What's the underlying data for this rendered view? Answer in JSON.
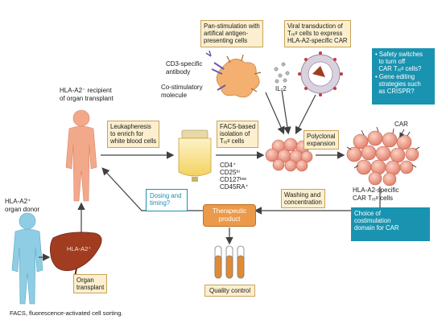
{
  "labels": {
    "recipient": "HLA-A2⁻ recipient\nof organ transplant",
    "donor": "HLA-A2⁺\norgan donor",
    "liver": "HLA-A2⁺",
    "antibody": "CD3-specific\nantibody",
    "costim": "Co-stimulatory\nmolecule",
    "il2": "IL-2",
    "markers": "CD4⁺\nCD25ʰⁱ\nCD127ˡᵒʷ\nCD45RA⁺",
    "car": "CAR",
    "car_cells": "HLA-A2-specific\nCAR Tᵣₑᵍ cells"
  },
  "boxes": {
    "pan_stim": "Pan-stimulation with\nartifical antigen-\npresenting cells",
    "viral": "Viral transduction of\nTᵣₑᵍ cells to express\nHLA-A2-specific CAR",
    "leukapheresis": "Leukapheresis\nto enrich for\nwhite blood cells",
    "facs": "FACS-based\nisolation of\nTᵣₑᵍ cells",
    "polyclonal": "Polyclonal\nexpansion",
    "washing": "Washing and\nconcentration",
    "organ_transplant": "Organ\ntransplant",
    "quality_control": "Quality control"
  },
  "callouts": {
    "safety": "• Safety switches\n  to turn off\n  CAR Tᵣₑᵍ cells?\n• Gene editing\n  strategies such\n  as CRISPR?",
    "dosing": "Dosing and\ntiming?",
    "choice": "Choice of\ncostimulation\ndomain for CAR"
  },
  "product": "Therapeutic\nproduct",
  "footer": "FACS, fluorescence-activated cell sorting.",
  "colors": {
    "human": "#f2a98a",
    "donor": "#8ecde4",
    "liver": "#a23c20",
    "cell": "#e8846f",
    "teal": "#1993b0",
    "box_fill": "#fbefcf",
    "arrow": "#404040"
  }
}
